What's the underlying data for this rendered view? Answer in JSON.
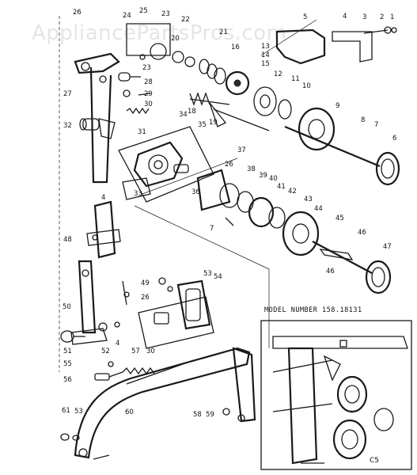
{
  "watermark": "AppliancePartsPros.com",
  "model_caption": "MODEL NUMBER 158.18131",
  "inset_label": "C5",
  "callouts": [
    "26",
    "24",
    "25",
    "23",
    "22",
    "5",
    "4",
    "3",
    "2",
    "1",
    "21",
    "23",
    "20",
    "13",
    "14",
    "15",
    "16",
    "28",
    "29",
    "30",
    "12",
    "11",
    "10",
    "27",
    "18",
    "19",
    "34",
    "9",
    "32",
    "31",
    "35",
    "8",
    "7",
    "6",
    "37",
    "26",
    "38",
    "39",
    "40",
    "41",
    "42",
    "43",
    "33",
    "36",
    "44",
    "45",
    "4",
    "46",
    "47",
    "48",
    "7",
    "49",
    "50",
    "26",
    "46",
    "53",
    "54",
    "51",
    "52",
    "4",
    "55",
    "57",
    "30",
    "56",
    "61",
    "53",
    "60",
    "58",
    "59"
  ]
}
